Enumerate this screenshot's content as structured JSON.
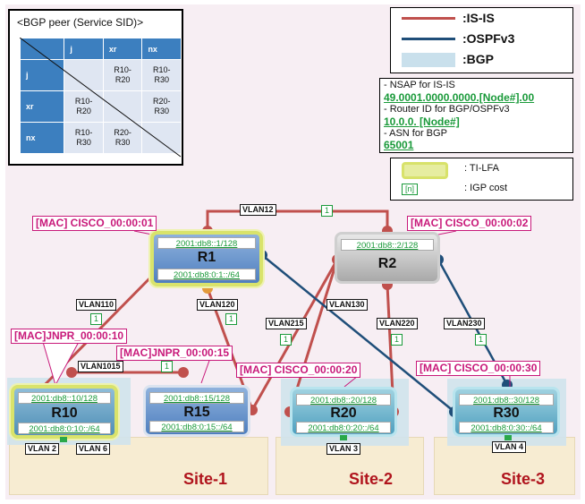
{
  "peer_table": {
    "title": "<BGP peer (Service SID)>",
    "headers": [
      "",
      "j",
      "xr",
      "nx"
    ],
    "rows": [
      {
        "label": "j",
        "cells": [
          "",
          "R10-\nR20",
          "R10-\nR30"
        ]
      },
      {
        "label": "xr",
        "cells": [
          "R10-\nR20",
          "",
          "R20-\nR30"
        ]
      },
      {
        "label": "nx",
        "cells": [
          "R10-\nR30",
          "R20-\nR30",
          ""
        ]
      }
    ]
  },
  "legend": {
    "isis": ":IS-IS",
    "ospf": ":OSPFv3",
    "bgp": ":BGP",
    "colors": {
      "isis": "#c0504d",
      "ospf": "#1f4e79",
      "bgp": "#c9e0ec"
    }
  },
  "info": {
    "nsap_label": "- NSAP for IS-IS",
    "nsap_value": "49.0001.0000.0000.[Node#].00",
    "rid_label": "- Router ID for BGP/OSPFv3",
    "rid_value": "10.0.0. [Node#]",
    "asn_label": "- ASN for BGP",
    "asn_value": "65001"
  },
  "tilfa": {
    "label": ": TI-LFA",
    "cost_sample": "[n]",
    "cost_label": ": IGP cost"
  },
  "sites": [
    "Site-1",
    "Site-2",
    "Site-3"
  ],
  "routers": {
    "r1": {
      "name": "R1",
      "loopback": "2001:db8::1/128",
      "lan": "2001:db8:0:1::/64"
    },
    "r2": {
      "name": "R2",
      "loopback": "2001:db8::2/128",
      "lan": ""
    },
    "r10": {
      "name": "R10",
      "loopback": "2001:db8::10/128",
      "lan": "2001:db8:0:10::/64"
    },
    "r15": {
      "name": "R15",
      "loopback": "2001:db8::15/128",
      "lan": "2001:db8:0:15::/64"
    },
    "r20": {
      "name": "R20",
      "loopback": "2001:db8::20/128",
      "lan": "2001:db8:0:20::/64"
    },
    "r30": {
      "name": "R30",
      "loopback": "2001:db8::30/128",
      "lan": "2001:db8:0:30::/64"
    }
  },
  "macs": {
    "r1": "[MAC]  CISCO_00:00:01",
    "r2": "[MAC]  CISCO_00:00:02",
    "r10": "[MAC]JNPR_00:00:10",
    "r15": "[MAC]JNPR_00:00:15",
    "r20": "[MAC]  CISCO_00:00:20",
    "r30": "[MAC]  CISCO_00:00:30"
  },
  "vlans": {
    "v12": "VLAN12",
    "v110": "VLAN110",
    "v120": "VLAN120",
    "v130": "VLAN130",
    "v215": "VLAN215",
    "v220": "VLAN220",
    "v230": "VLAN230",
    "v1015": "VLAN1015",
    "v2": "VLAN 2",
    "v6": "VLAN 6",
    "v3": "VLAN 3",
    "v4": "VLAN 4"
  },
  "cost_value": "1"
}
